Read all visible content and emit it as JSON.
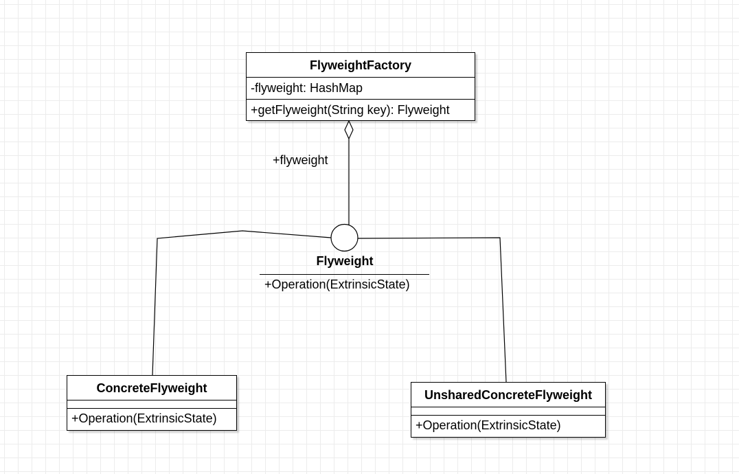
{
  "diagram": {
    "factory": {
      "name": "FlyweightFactory",
      "attribute": "-flyweight: HashMap",
      "method": "+getFlyweight(String key): Flyweight"
    },
    "association": {
      "label": "+flyweight"
    },
    "interface": {
      "name": "Flyweight",
      "operation": "+Operation(ExtrinsicState)"
    },
    "concrete": {
      "name": "ConcreteFlyweight",
      "operation": "+Operation(ExtrinsicState)"
    },
    "unshared": {
      "name": "UnsharedConcreteFlyweight",
      "operation": "+Operation(ExtrinsicState)"
    }
  }
}
